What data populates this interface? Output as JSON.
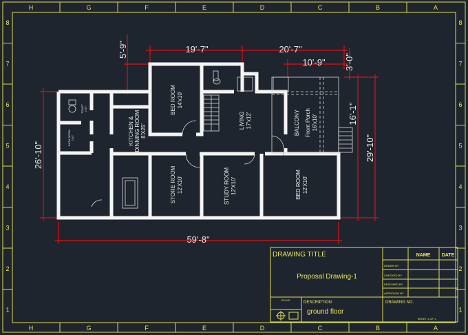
{
  "sheet": {
    "column_labels": [
      "H",
      "G",
      "F",
      "E",
      "D",
      "C",
      "B",
      "A"
    ],
    "row_labels": [
      "8",
      "7",
      "6",
      "5",
      "4",
      "3",
      "2",
      "1"
    ]
  },
  "plan": {
    "rooms": [
      {
        "name": "BED ROOM",
        "size": "14'x10'"
      },
      {
        "name": "LIVING",
        "size": "17'x12'"
      },
      {
        "name": "BALCONY",
        "size": ""
      },
      {
        "name": "Front Porch",
        "size": "16'x10'"
      },
      {
        "name": "KITCHEN &",
        "size": ""
      },
      {
        "name": "DINNING ROOM",
        "size": "8'X25'"
      },
      {
        "name": "STORE ROOM",
        "size": "12'X10'"
      },
      {
        "name": "STUDY ROOM",
        "size": "12'X10'"
      },
      {
        "name": "BED ROOM",
        "size": "12'X10'"
      },
      {
        "name": "TOILET",
        "size": "7'X7'"
      },
      {
        "name": "BATH ROOM",
        "size": "7'X7'"
      }
    ],
    "dimensions": [
      "19'-7\"",
      "20'-7\"",
      "10'-9\"",
      "3'-0\"",
      "5'-9\"",
      "26'-10\"",
      "16'-1\"",
      "29'-10\"",
      "59'-8\""
    ]
  },
  "title_block": {
    "drawing_title_label": "DRAWING TITLE",
    "drawing_title": "Proposal Drawing-1",
    "name_header": "NAME",
    "date_header": "DATE",
    "roles": [
      "DRAWN BY",
      "CHECKED BY",
      "DESIGNED BY",
      "APPROVED BY"
    ],
    "scale_label": "SCALE",
    "description_label": "DESCRIPTION",
    "description": "ground floor",
    "drawing_no_label": "DRAWING NO.",
    "sheet": "SHEET 1 OF 1"
  },
  "colors": {
    "background": "#1f252e",
    "border": "#e0e050",
    "walls": "#f4f4f4",
    "dimensions": "#dd1111"
  }
}
